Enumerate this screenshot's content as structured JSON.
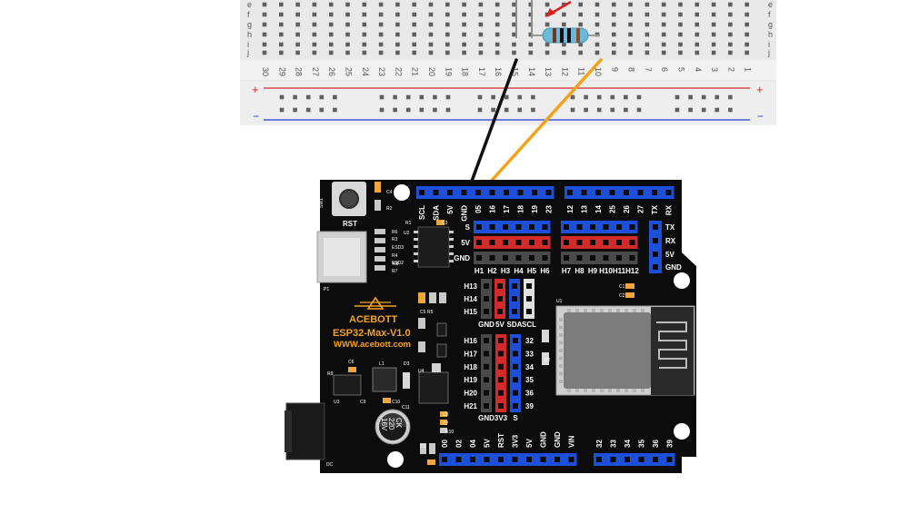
{
  "breadboard": {
    "row_letters": [
      "e",
      "f",
      "g",
      "h",
      "i",
      "j"
    ],
    "column_numbers": [
      "30",
      "29",
      "28",
      "27",
      "26",
      "25",
      "24",
      "23",
      "22",
      "21",
      "20",
      "19",
      "18",
      "17",
      "16",
      "15",
      "14",
      "13",
      "12",
      "11",
      "10",
      "9",
      "8",
      "7",
      "6",
      "5",
      "4",
      "3",
      "2",
      "1"
    ],
    "rail_plus": "+",
    "rail_minus": "−"
  },
  "board": {
    "brand": "ACEBOTT",
    "model": "ESP32-Max-V1.0",
    "url": "WWW.acebott.com",
    "reset_label": "RST",
    "sw_label": "SW1",
    "dc_label": "DC",
    "p1_label": "P1",
    "u1_label": "U1",
    "u2_label": "U2",
    "u3_label": "U3",
    "u4_label": "U4",
    "l1_label": "L1",
    "capacitor_text": [
      "CK",
      "220",
      "16V"
    ],
    "top_header_left": [
      "SCL",
      "SDA",
      "5V",
      "GND",
      "05",
      "16",
      "17",
      "18",
      "19",
      "23"
    ],
    "top_header_right": [
      "12",
      "13",
      "14",
      "25",
      "26",
      "27",
      "TX",
      "RX"
    ],
    "right_side_labels": [
      "TX",
      "RX",
      "5V",
      "GND"
    ],
    "row_labels": [
      "S",
      "5V",
      "GND"
    ],
    "h_labels_left": [
      "H1",
      "H2",
      "H3",
      "H4",
      "H5",
      "H6"
    ],
    "h_labels_right": [
      "H7",
      "H8",
      "H9",
      "H10",
      "H11",
      "H12"
    ],
    "i2c_rows": [
      "H13",
      "H14",
      "H15"
    ],
    "i2c_bottom": [
      "GND",
      "5V",
      "SDA",
      "SCL"
    ],
    "analog_rows_left": [
      "H16",
      "H17",
      "H18",
      "H19",
      "H20",
      "H21"
    ],
    "analog_rows_right": [
      "32",
      "33",
      "34",
      "35",
      "36",
      "39"
    ],
    "analog_bottom": [
      "GND",
      "3V3",
      "S"
    ],
    "bottom_header_left": [
      "00",
      "02",
      "04",
      "5V",
      "RST",
      "3V3",
      "5V",
      "GND",
      "GND",
      "VIN"
    ],
    "bottom_header_right": [
      "32",
      "33",
      "34",
      "35",
      "36",
      "39"
    ],
    "small_labels": [
      "C1",
      "C2",
      "C3",
      "C4",
      "C5",
      "C6",
      "C7",
      "C8",
      "C9",
      "C10",
      "C11",
      "R1",
      "R2",
      "R3",
      "R4",
      "R5",
      "R6",
      "R7",
      "R8",
      "R9",
      "R10",
      "ESD2",
      "ESD3",
      "D1",
      "D2",
      "D3"
    ]
  },
  "colors": {
    "board": "#0c0c0c",
    "header_blue": "#1d4fd8",
    "header_red": "#d32b2b",
    "header_grey": "#4a4a4a",
    "wire_black": "#111111",
    "wire_orange": "#f4a21c",
    "brand_orange": "#f4a21c",
    "rail_red": "#d32b2b",
    "rail_blue": "#1d3fd0"
  }
}
